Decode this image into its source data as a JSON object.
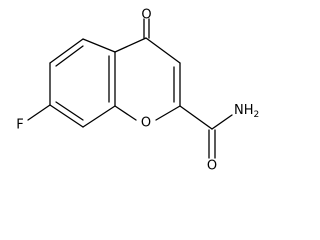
{
  "molecule": {
    "atoms": {
      "carbonyl_oxygen": "O",
      "ring_oxygen": "O",
      "fluorine": "F",
      "amide_oxygen": "O",
      "amide_nitrogen": "NH",
      "amide_hydrogens": "2"
    }
  },
  "colors": {
    "bond": "#000000",
    "label": "#000000",
    "background": "#ffffff"
  }
}
